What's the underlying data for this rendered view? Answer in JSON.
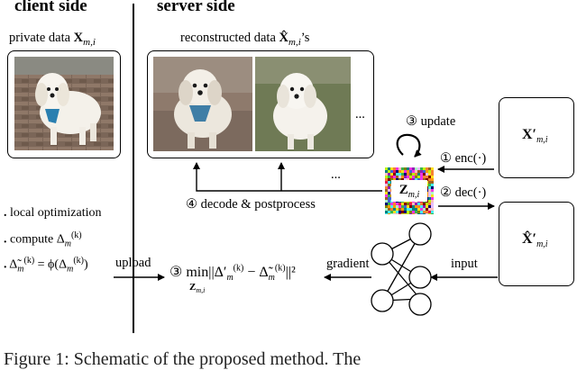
{
  "headers": {
    "client": "client side",
    "server": "server side"
  },
  "client": {
    "private_label": "private data",
    "private_symbol": "X",
    "private_sub": "m,i",
    "bullets": [
      {
        "text": "local optimization"
      },
      {
        "text": "compute Δ",
        "sup": "(k)",
        "sub": "m"
      },
      {
        "text": "Δ̃",
        "sup": "(k)",
        "sub": "m",
        "rhs": "= ϕ(Δ",
        "rhs_sup": "(k)",
        "rhs_sub": "m",
        "close": ")"
      }
    ],
    "upload": "upload"
  },
  "server": {
    "reconstructed_label": "reconstructed data",
    "reconstructed_symbol": "X̂",
    "reconstructed_sub": "m,i",
    "reconstructed_suffix": "’s",
    "ellipsis_inner": "...",
    "ellipsis_outer": "...",
    "update_label": "③ update",
    "z_symbol": "Z",
    "z_sub": "m,i",
    "enc_label": "① enc(·)",
    "dec_label": "② dec(·)",
    "decode_label": "④  decode & postprocess",
    "gradient_label": "gradient",
    "input_label": "input",
    "xprime_symbol": "X′",
    "xprime_sub": "m,i",
    "xhatprime_symbol": "X̂′",
    "xhatprime_sub": "m,i",
    "objective_prefix": "③ min",
    "objective_under": "Z",
    "objective_under_sub": "m,i",
    "objective_body": "||Δ′",
    "objective_mid": " − Δ̃",
    "objective_end": "||²",
    "objective_sup": "(k)",
    "objective_sub": "m"
  },
  "caption_fragment": "Figure 1: Schematic of the proposed method. The"
}
